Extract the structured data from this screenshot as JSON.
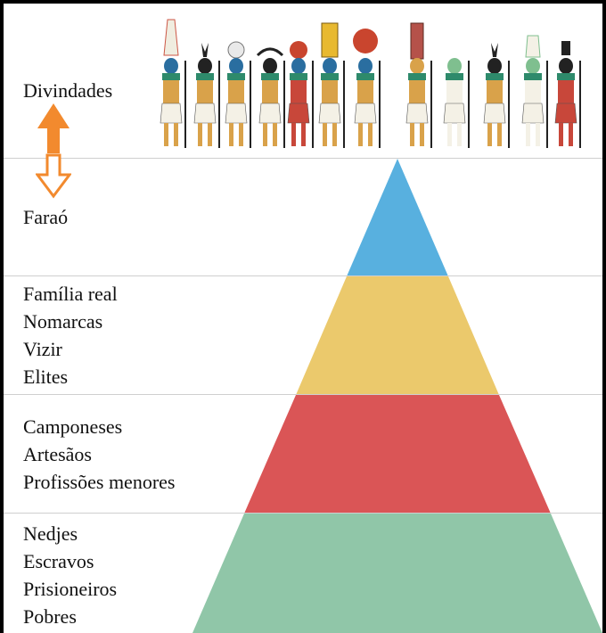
{
  "tiers": [
    {
      "id": "divindades",
      "lines": [
        "Divindades"
      ]
    },
    {
      "id": "farao",
      "lines": [
        "Faraó"
      ]
    },
    {
      "id": "elite",
      "lines": [
        "Família real",
        "Nomarcas",
        "Vizir",
        "Elites"
      ]
    },
    {
      "id": "trabalhadores",
      "lines": [
        "Camponeses",
        "Artesãos",
        "Profissões menores"
      ]
    },
    {
      "id": "base",
      "lines": [
        "Nedjes",
        "Escravos",
        "Prisioneiros",
        "Pobres"
      ]
    }
  ],
  "colors": {
    "farao": "#58b0df",
    "elite": "#ebc96c",
    "trabalhadores": "#da5556",
    "base": "#90c6a8",
    "arrow": "#f28a2e",
    "divider": "#cfcfcf"
  },
  "icons": {
    "deities": "egyptian-gods-procession-icon",
    "arrow": "double-arrow-up-down-icon"
  }
}
